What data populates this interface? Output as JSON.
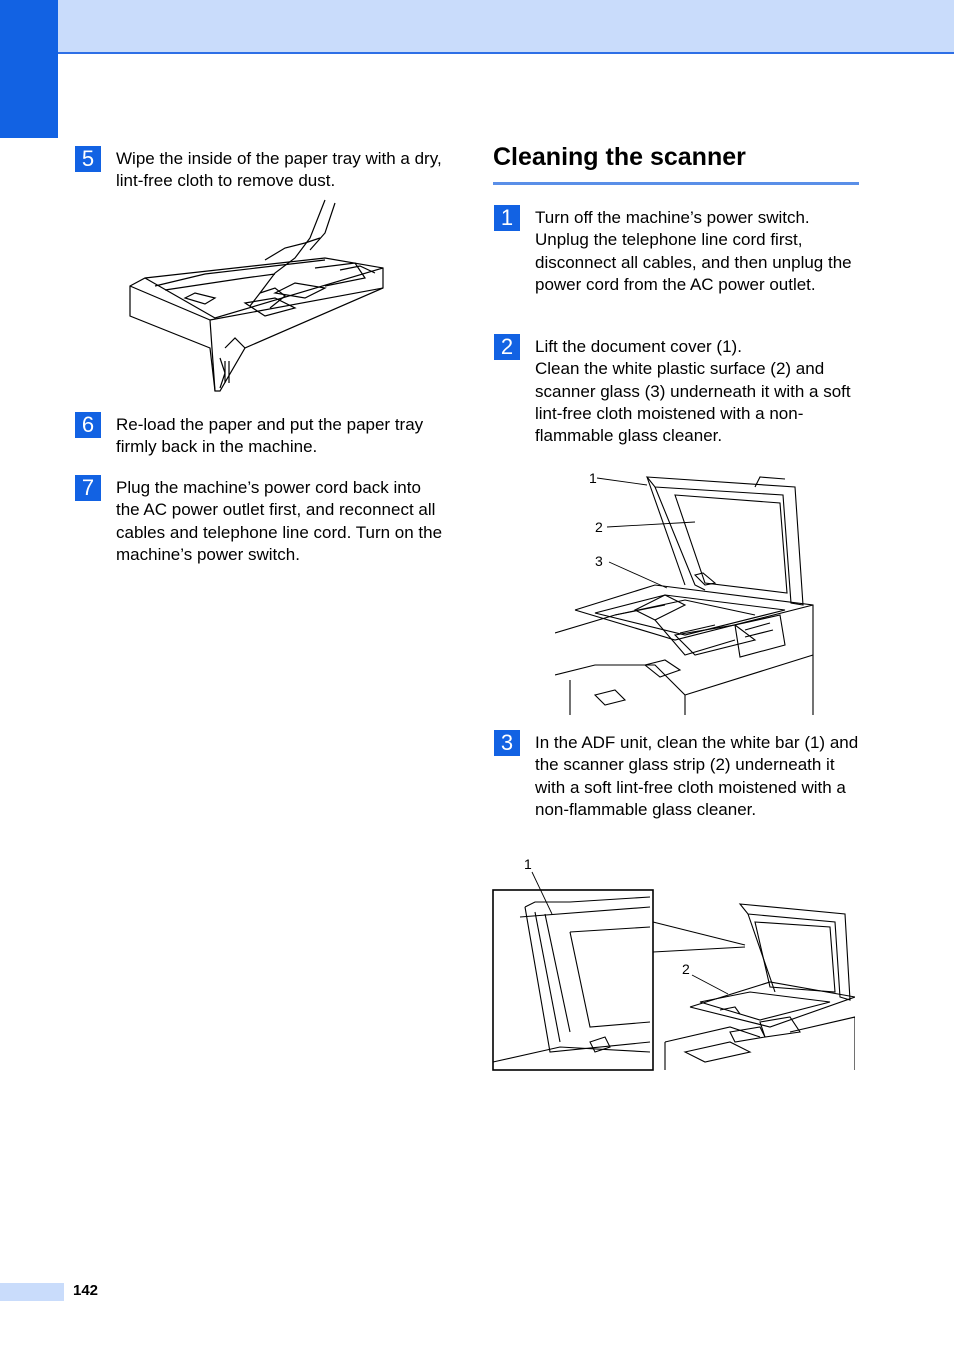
{
  "page": {
    "number": "142"
  },
  "left_column": {
    "steps": [
      {
        "num": "5",
        "text": [
          "Wipe the inside of the paper tray with a dry, lint-free cloth to remove dust."
        ]
      },
      {
        "num": "6",
        "text": [
          "Re-load the paper and put the paper tray firmly back in the machine."
        ]
      },
      {
        "num": "7",
        "text": [
          "Plug the machine’s power cord back into the AC power outlet first, and reconnect all cables and telephone line cord. Turn on the machine’s power switch."
        ]
      }
    ]
  },
  "right_column": {
    "heading": "Cleaning the scanner",
    "steps": [
      {
        "num": "1",
        "text": [
          "Turn off the machine’s power switch. Unplug the telephone line cord first, disconnect all cables, and then unplug the power cord from the AC power outlet."
        ]
      },
      {
        "num": "2",
        "text": [
          "Lift the document cover (1).",
          "Clean the white plastic surface (2) and scanner glass (3) underneath it with a soft lint-free cloth moistened with a non-flammable glass cleaner."
        ]
      },
      {
        "num": "3",
        "text": [
          "In the ADF unit, clean the white bar (1) and the scanner glass strip (2) underneath it with a soft lint-free cloth moistened with a non-flammable glass cleaner."
        ]
      }
    ],
    "figure_scanner_labels": [
      "1",
      "2",
      "3"
    ],
    "figure_adf_labels": [
      "1",
      "2"
    ]
  },
  "colors": {
    "accent": "#1262e3",
    "band": "#c9dcfb",
    "rule": "#5a8fe8"
  }
}
